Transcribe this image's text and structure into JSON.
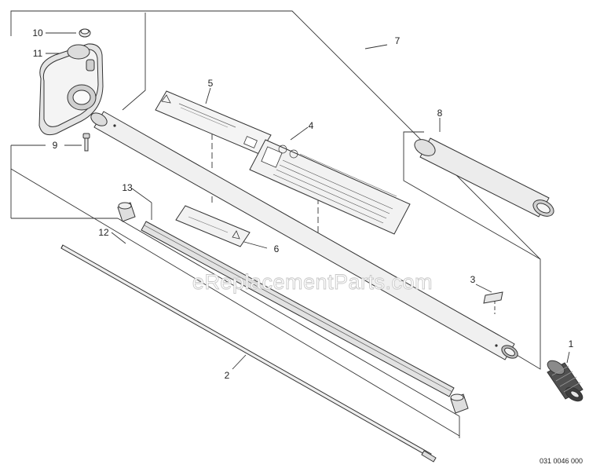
{
  "diagram": {
    "watermark": "eReplacementParts.com",
    "reference_code": "031 0046 000",
    "callouts": [
      {
        "id": "c1",
        "text": "1"
      },
      {
        "id": "c2",
        "text": "2"
      },
      {
        "id": "c3",
        "text": "3"
      },
      {
        "id": "c4",
        "text": "4"
      },
      {
        "id": "c5",
        "text": "5"
      },
      {
        "id": "c6",
        "text": "6"
      },
      {
        "id": "c7",
        "text": "7"
      },
      {
        "id": "c8",
        "text": "8"
      },
      {
        "id": "c9",
        "text": "9"
      },
      {
        "id": "c10",
        "text": "10"
      },
      {
        "id": "c11",
        "text": "11"
      },
      {
        "id": "c12",
        "text": "12"
      },
      {
        "id": "c13",
        "text": "13"
      }
    ]
  }
}
